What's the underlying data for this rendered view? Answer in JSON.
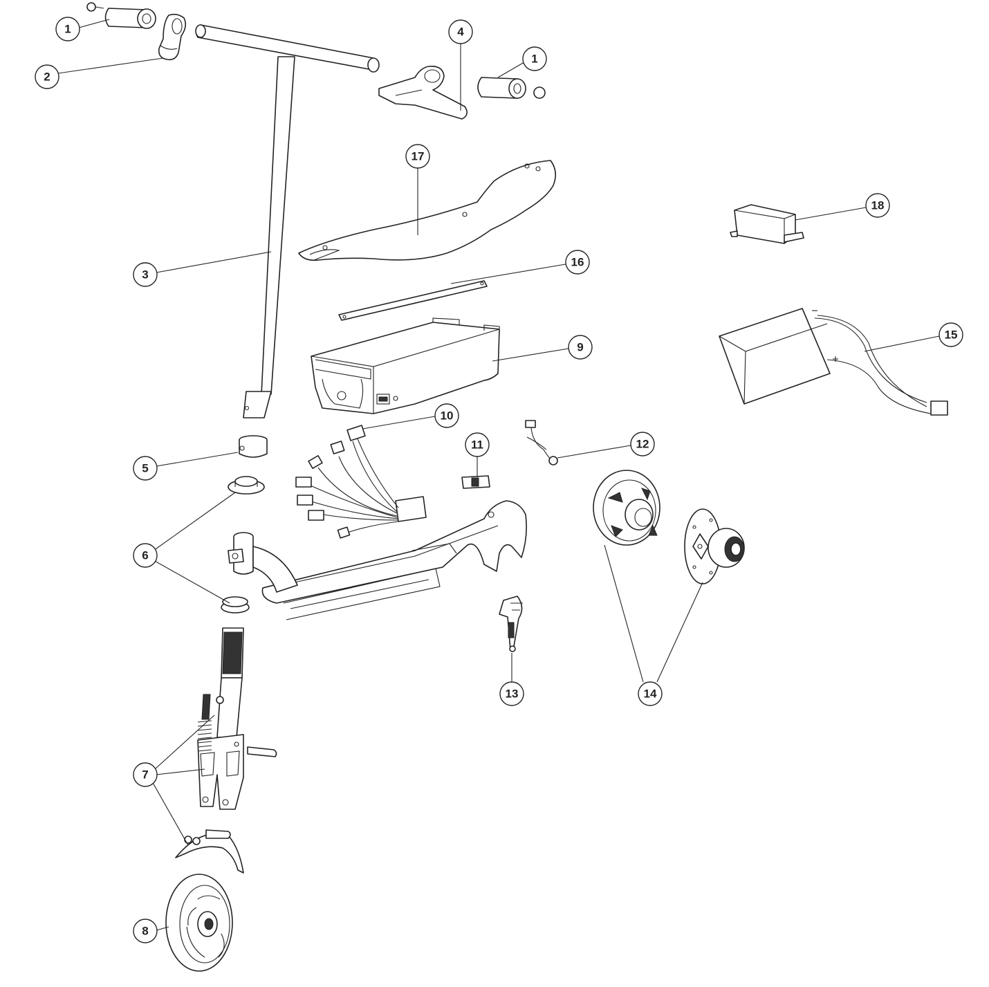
{
  "callouts": [
    {
      "id": "c1a",
      "label": "1"
    },
    {
      "id": "c1b",
      "label": "1"
    },
    {
      "id": "c2",
      "label": "2"
    },
    {
      "id": "c3",
      "label": "3"
    },
    {
      "id": "c4",
      "label": "4"
    },
    {
      "id": "c5",
      "label": "5"
    },
    {
      "id": "c6",
      "label": "6"
    },
    {
      "id": "c7",
      "label": "7"
    },
    {
      "id": "c8",
      "label": "8"
    },
    {
      "id": "c9",
      "label": "9"
    },
    {
      "id": "c10",
      "label": "10"
    },
    {
      "id": "c11",
      "label": "11"
    },
    {
      "id": "c12",
      "label": "12"
    },
    {
      "id": "c13",
      "label": "13"
    },
    {
      "id": "c14",
      "label": "14"
    },
    {
      "id": "c15",
      "label": "15"
    },
    {
      "id": "c16",
      "label": "16"
    },
    {
      "id": "c17",
      "label": "17"
    },
    {
      "id": "c18",
      "label": "18"
    }
  ],
  "battery_terminals": {
    "negative": "−",
    "positive": "+"
  }
}
